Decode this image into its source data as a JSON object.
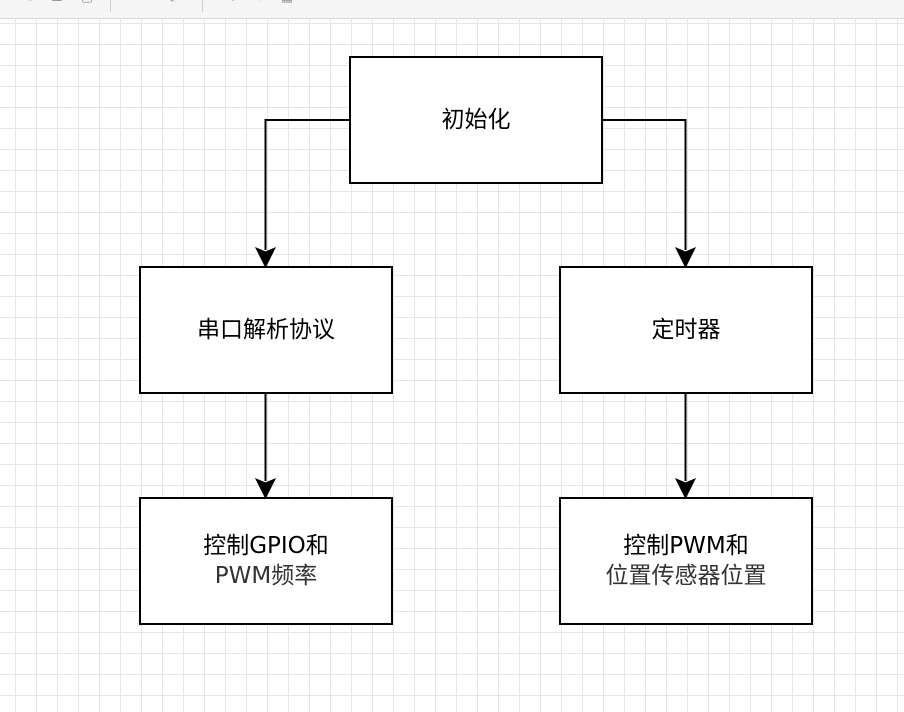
{
  "colors": {
    "stroke": "#000000",
    "fill": "#ffffff",
    "grid": "#e6e6e6",
    "text": "#000000",
    "text_secondary": "#333333"
  },
  "toolbar": {
    "icons": [
      "undo-icon",
      "layer-front-icon",
      "layer-back-icon",
      "line-style-icon",
      "waypoint-icon",
      "insert-icon",
      "table-icon"
    ]
  },
  "nodes": {
    "init": {
      "label": "初始化"
    },
    "serial": {
      "label": "串口解析协议"
    },
    "timer": {
      "label": "定时器"
    },
    "gpio": {
      "line1": "控制GPIO和",
      "line2": "PWM频率"
    },
    "pwm": {
      "line1": "控制PWM和",
      "line2": "位置传感器位置"
    }
  },
  "edges": [
    {
      "from": "init",
      "to": "serial"
    },
    {
      "from": "init",
      "to": "timer"
    },
    {
      "from": "serial",
      "to": "gpio"
    },
    {
      "from": "timer",
      "to": "pwm"
    }
  ]
}
